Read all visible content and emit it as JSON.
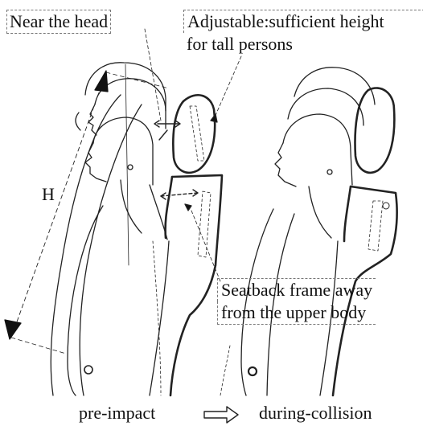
{
  "labels": {
    "near_head": "Near the head",
    "adjustable_line1": "Adjustable:sufficient height",
    "adjustable_line2": "for tall persons",
    "h": "H",
    "seatback_line1": "Seatback frame away",
    "seatback_line2": "from the upper body",
    "pre_impact": "pre-impact",
    "during_collision": "during-collision"
  },
  "icons": {
    "transition_arrow": "hollow-right-arrow-icon"
  }
}
